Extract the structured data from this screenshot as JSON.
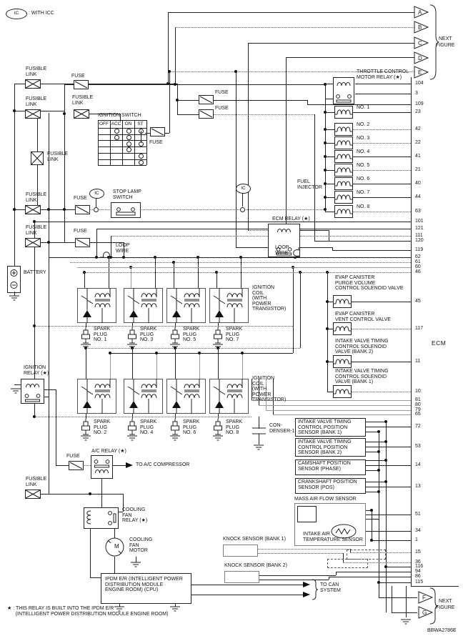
{
  "legend": {
    "ic": "IC",
    "with_icc": ": WITH ICC"
  },
  "next_figure": {
    "word1": "NEXT",
    "word2": "FIGURE",
    "top_arrows": [
      "A",
      "B",
      "C",
      "D",
      "E"
    ],
    "bottom_arrows": [
      "F",
      "G"
    ]
  },
  "labels": {
    "fuse": "FUSE",
    "fusible_link": "FUSIBLE\nLINK",
    "battery": "BATTERY",
    "ignition_switch": "IGNITION SWITCH",
    "ignition_relay": "IGNITION\nRELAY (★)",
    "stop_lamp_switch": "STOP LAMP\nSWITCH",
    "ecm_relay": "ECM RELAY (★)",
    "loop_wire": "LOOP\nWIRE",
    "ignition_coil": "IGNITION\nCOIL\n(WITH\nPOWER\nTRANSISTOR)",
    "condenser": "CON-\nDENSER-1",
    "ac_relay": "A/C RELAY (★)",
    "to_ac_compressor": "TO A/C COMPRESSOR",
    "cooling_fan_relay": "COOLING\nFAN\nRELAY (★)",
    "cooling_fan_motor": "COOLING\nFAN\nMOTOR",
    "motor": "M",
    "ipdm": "IPDM E/R (INTELLIGENT POWER\nDISTRIBUTION MODULE\nENGINE ROOM) (CPU)",
    "to_can": "TO CAN\nSYSTEM",
    "throttle_relay": "THROTTLE CONTROL\nMOTOR RELAY (★)",
    "fuel_injector": "FUEL\nINJECTOR",
    "mass_air_flow": "MASS AIR FLOW SENSOR",
    "intake_air_temp": "INTAKE AIR\nTEMPERATURE SENSOR",
    "knock1": "KNOCK SENSOR (BANK 1)",
    "knock2": "KNOCK SENSOR (BANK 2)"
  },
  "ignition_switch_columns": [
    "OFF",
    "ACC",
    "ON",
    "ST"
  ],
  "injectors": [
    "NO. 1",
    "NO. 2",
    "NO. 3",
    "NO. 4",
    "NO. 5",
    "NO. 6",
    "NO. 7",
    "NO. 8"
  ],
  "spark_plugs": [
    "SPARK\nPLUG\nNO. 1",
    "SPARK\nPLUG\nNO. 3",
    "SPARK\nPLUG\nNO. 5",
    "SPARK\nPLUG\nNO. 7",
    "SPARK\nPLUG\nNO. 2",
    "SPARK\nPLUG\nNO. 4",
    "SPARK\nPLUG\nNO. 6",
    "SPARK\nPLUG\nNO. 8"
  ],
  "valves": [
    "EVAP CANISTER\nPURGE VOLUME\nCONTROL SOLENOID VALVE",
    "EVAP CANISTER\nVENT CONTROL VALVE",
    "INTAKE VALVE TIMING\nCONTROL SOLENOID\nVALVE (BANK 2)",
    "INTAKE VALVE TIMING\nCONTROL SOLENOID\nVALVE (BANK 1)"
  ],
  "sensors": [
    "INTAKE VALVE TIMING\nCONTROL POSITION\nSENSOR (BANK 1)",
    "INTAKE VALVE TIMING\nCONTROL POSITION\nSENSOR (BANK 2)",
    "CAMSHAFT POSITION\nSENSOR (PHASE)",
    "CRANKSHAFT POSITION\nSENSOR (POS)"
  ],
  "ecm": {
    "label": "ECM",
    "pins": [
      "104",
      "3",
      "109",
      "23",
      "42",
      "22",
      "41",
      "21",
      "40",
      "44",
      "63",
      "101",
      "121",
      "111",
      "120",
      "119",
      "62",
      "61",
      "60",
      "46",
      "45",
      "117",
      "11",
      "10",
      "81",
      "80",
      "79",
      "65",
      "72",
      "53",
      "14",
      "13",
      "51",
      "34",
      "1",
      "15",
      "36",
      "116",
      "94",
      "86",
      "115"
    ]
  },
  "footnote": "★ : THIS RELAY IS BUILT INTO THE IPDM E/R\n      (INTELLIGENT POWER DISTRIBUTION MODULE ENGINE ROOM)",
  "watermark": "BBWA2786E",
  "colors": {
    "line": "#222222",
    "gray": "#9a9a9a"
  }
}
